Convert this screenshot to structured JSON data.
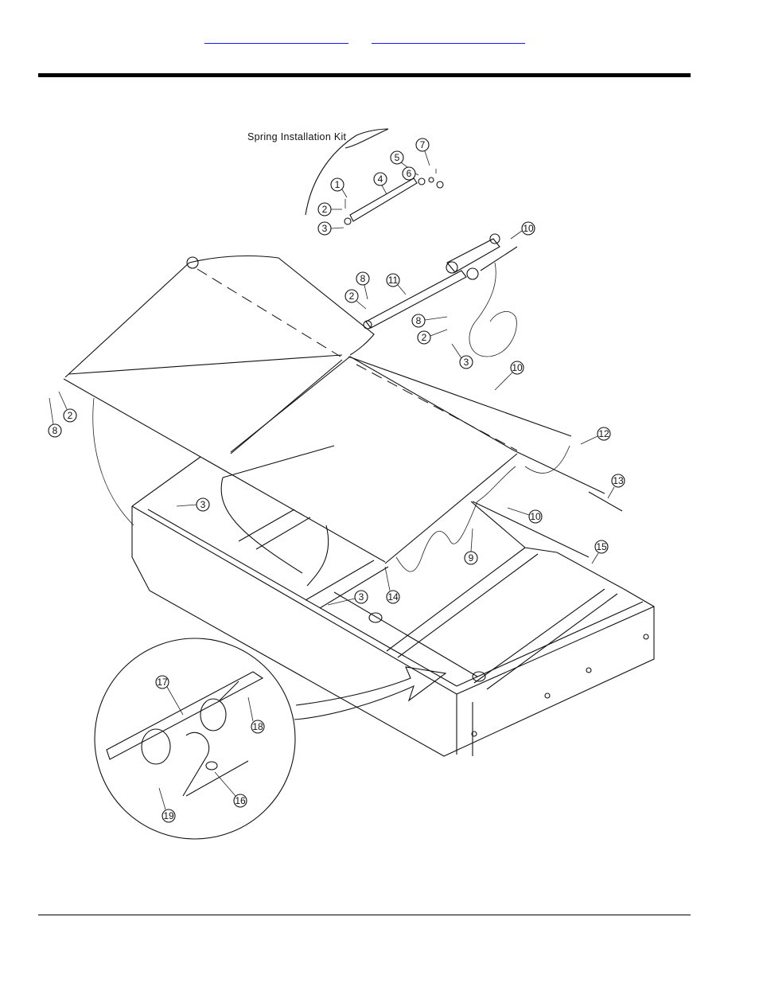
{
  "header": {
    "links": [
      "",
      ""
    ]
  },
  "diagram": {
    "kit_label": "Spring Installation Kit",
    "callouts": [
      {
        "num": "1"
      },
      {
        "num": "2"
      },
      {
        "num": "3"
      },
      {
        "num": "4"
      },
      {
        "num": "5"
      },
      {
        "num": "6"
      },
      {
        "num": "7"
      },
      {
        "num": "10"
      },
      {
        "num": "8"
      },
      {
        "num": "11"
      },
      {
        "num": "2"
      },
      {
        "num": "8"
      },
      {
        "num": "2"
      },
      {
        "num": "3"
      },
      {
        "num": "10"
      },
      {
        "num": "8"
      },
      {
        "num": "2"
      },
      {
        "num": "12"
      },
      {
        "num": "13"
      },
      {
        "num": "3"
      },
      {
        "num": "10"
      },
      {
        "num": "9"
      },
      {
        "num": "15"
      },
      {
        "num": "14"
      },
      {
        "num": "3"
      },
      {
        "num": "17"
      },
      {
        "num": "18"
      },
      {
        "num": "16"
      },
      {
        "num": "19"
      }
    ]
  }
}
